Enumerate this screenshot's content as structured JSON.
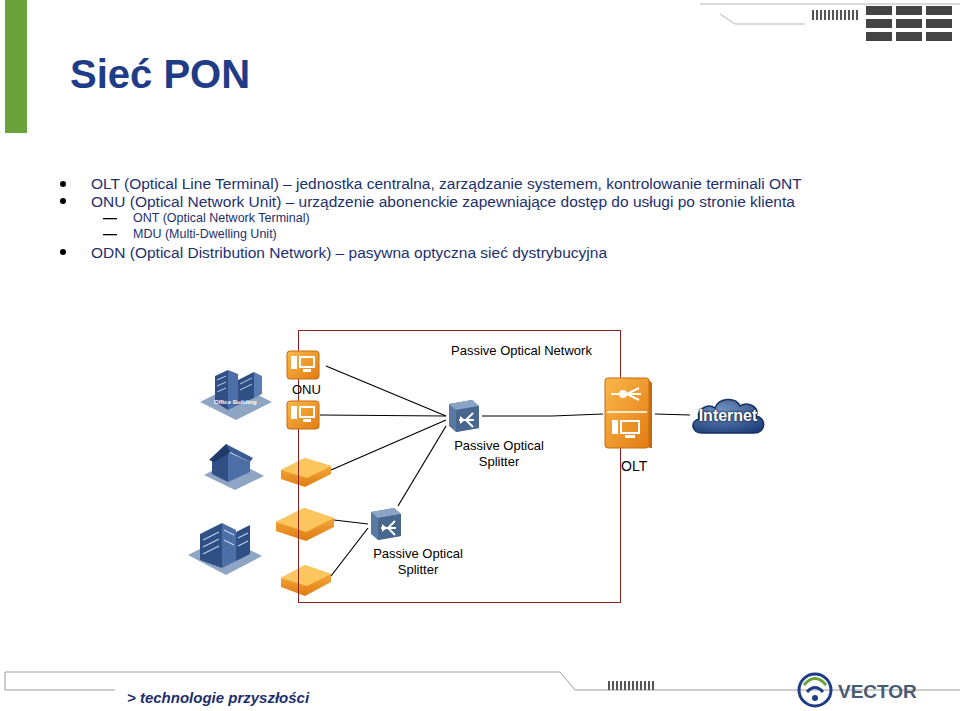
{
  "diagram": {
    "title": "Sieć PON",
    "nodes": [
      {
        "text": [
          "Passive Optical Network"
        ]
      },
      {
        "text": [
          "ONU"
        ]
      },
      {
        "text": [
          "Passive Optical Splitter"
        ],
        "in": 0
      },
      {
        "text": [
          "Passive Optical Splitter"
        ],
        "in": 0
      },
      {
        "text": [
          "OLT"
        ]
      },
      {
        "text": [
          "Internet"
        ]
      }
    ],
    "edges": [
      {
        "from": 1,
        "to": 2,
        "arrow": "none"
      },
      {
        "from": 2,
        "to": 3,
        "arrow": "none"
      },
      {
        "from": 2,
        "to": 4,
        "arrow": "none"
      },
      {
        "from": 4,
        "to": 5,
        "arrow": "none"
      }
    ],
    "labels": [
      "OLT (Optical Line Terminal) – jednostka centralna, zarządzanie systemem, kontrolowanie terminali ONT",
      "ONU (Optical Network Unit) – urządzenie abonenckie zapewniające dostęp do usługi po stronie klienta",
      "ONT (Optical Network Terminal)",
      "MDU (Multi-Dwelling Unit)",
      "ODN (Optical Distribution Network) – pasywna optyczna sieć dystrybucyjna",
      "Office Building",
      "> technologie przyszłości",
      "VECTOR"
    ]
  }
}
